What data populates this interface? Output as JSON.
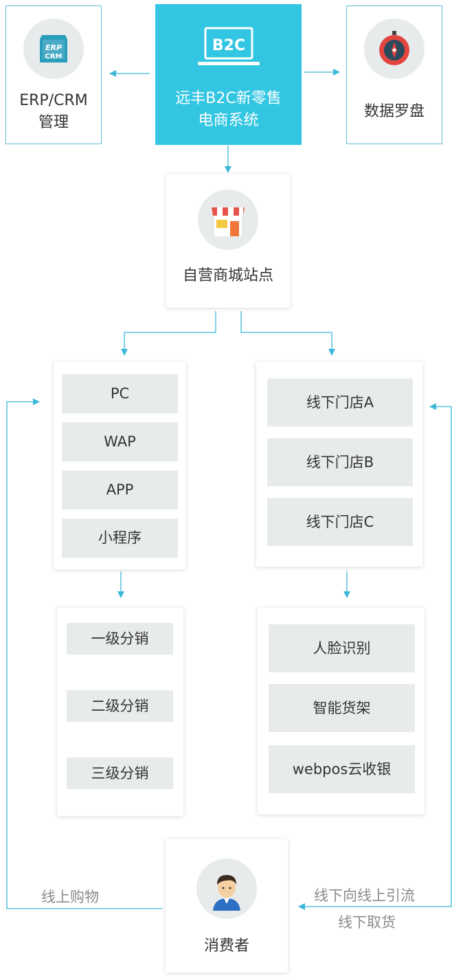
{
  "nodes": {
    "erp": {
      "label_line1": "ERP/CRM",
      "label_line2": "管理",
      "icon_top": "ERP",
      "icon_bottom": "CRM"
    },
    "b2c": {
      "badge": "B2C",
      "title_line1": "远丰B2C新零售",
      "title_line2": "电商系统"
    },
    "compass": {
      "label": "数据罗盘"
    },
    "site": {
      "label": "自营商城站点"
    },
    "consumer": {
      "label": "消费者"
    }
  },
  "online_channels": [
    "PC",
    "WAP",
    "APP",
    "小程序"
  ],
  "distribution_levels": [
    "一级分销",
    "二级分销",
    "三级分销"
  ],
  "offline_stores": [
    "线下门店A",
    "线下门店B",
    "线下门店C"
  ],
  "store_features": [
    "人脸识别",
    "智能货架",
    "webpos云收银"
  ],
  "flows": {
    "online_shopping": "线上购物",
    "offline_to_online": "线下向线上引流",
    "offline_pickup": "线下取货"
  },
  "colors": {
    "accent": "#33c6e2",
    "arrow": "#3ab8d8",
    "tile": "#e8ebec"
  }
}
